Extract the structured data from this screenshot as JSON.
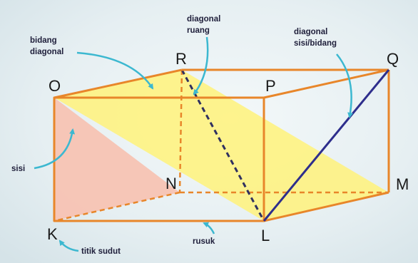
{
  "vertices": {
    "K": "K",
    "L": "L",
    "M": "M",
    "N": "N",
    "O": "O",
    "P": "P",
    "Q": "Q",
    "R": "R"
  },
  "annotations": {
    "bidang_diagonal": [
      "bidang",
      "diagonal"
    ],
    "diagonal_ruang": [
      "diagonal",
      "ruang"
    ],
    "diagonal_sisi": [
      "diagonal",
      "sisi/bidang"
    ],
    "sisi": "sisi",
    "titik_sudut": "titik sudut",
    "rusuk": "rusuk"
  },
  "colors": {
    "background": "#e3edf0",
    "edge": "#e8862a",
    "diagonal_plane": "#fff27a",
    "side_face": "#f7c3b3",
    "face_diagonal": "#2e2e8c",
    "space_diagonal": "#303060",
    "arrow": "#3cb8d0"
  }
}
